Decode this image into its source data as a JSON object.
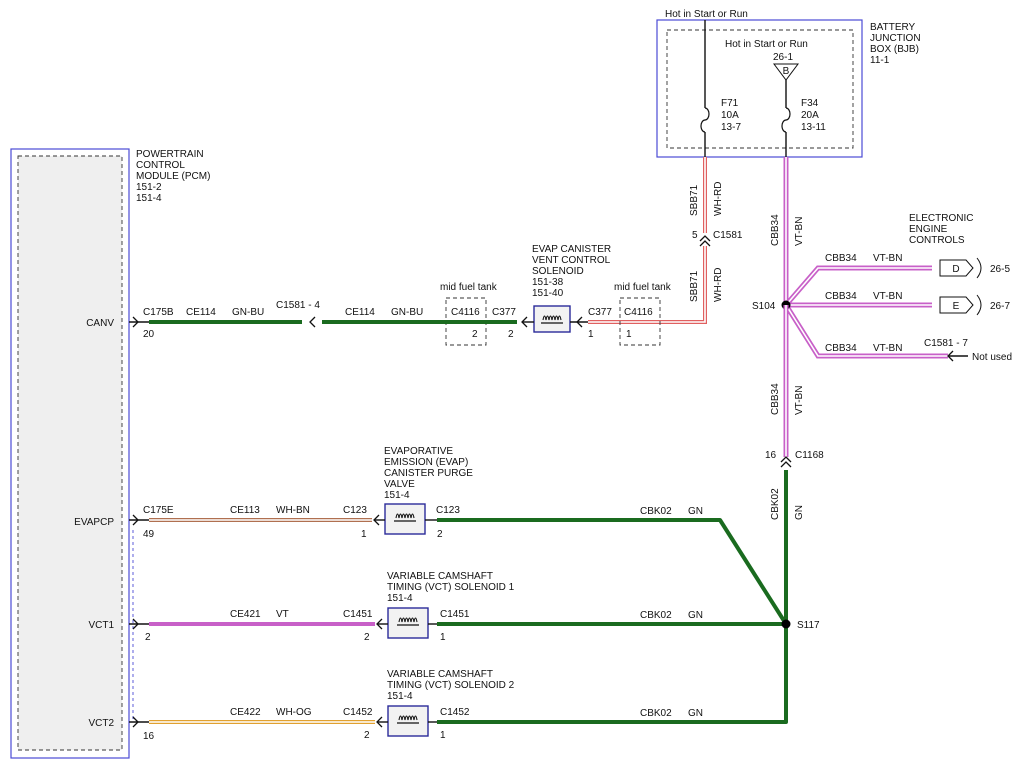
{
  "pcm": {
    "title": [
      "POWERTRAIN",
      "CONTROL",
      "MODULE (PCM)",
      "151-2",
      "151-4"
    ],
    "pins": {
      "canv": "CANV",
      "evapcp": "EVAPCP",
      "vct1": "VCT1",
      "vct2": "VCT2"
    }
  },
  "bjb": {
    "title": [
      "BATTERY",
      "JUNCTION",
      "BOX (BJB)",
      "11-1"
    ],
    "hot_outer": "Hot in Start or Run",
    "hot_inner": "Hot in Start or Run",
    "bus_ref": "26-1",
    "bus_letter": "B",
    "fuse1": [
      "F71",
      "10A",
      "13-7"
    ],
    "fuse2": [
      "F34",
      "20A",
      "13-11"
    ]
  },
  "eec": {
    "title": [
      "ELECTRONIC",
      "ENGINE",
      "CONTROLS"
    ]
  },
  "evap_vent": {
    "title": [
      "EVAP CANISTER",
      "VENT CONTROL",
      "SOLENOID",
      "151-38",
      "151-40"
    ]
  },
  "evap_purge": {
    "title": [
      "EVAPORATIVE",
      "EMISSION (EVAP)",
      "CANISTER PURGE",
      "VALVE",
      "151-4"
    ]
  },
  "vct1_sol": {
    "title": [
      "VARIABLE CAMSHAFT",
      "TIMING (VCT) SOLENOID 1",
      "151-4"
    ]
  },
  "vct2_sol": {
    "title": [
      "VARIABLE CAMSHAFT",
      "TIMING (VCT) SOLENOID 2",
      "151-4"
    ]
  },
  "labels": {
    "c175b": "C175B",
    "pin20": "20",
    "ce114a": "CE114",
    "gnbu_a": "GN-BU",
    "c1581_4": "C1581 - 4",
    "ce114b": "CE114",
    "gnbu_b": "GN-BU",
    "mid_tank_a": "mid fuel tank",
    "c4116_a": "C4116",
    "pin2_a": "2",
    "c377_a": "C377",
    "pin2_b": "2",
    "c377_b": "C377",
    "pin1_a": "1",
    "mid_tank_b": "mid fuel tank",
    "c4116_b": "C4116",
    "pin1_b": "1",
    "sbb71_a": "SBB71",
    "whrd_a": "WH-RD",
    "sbb71_b": "SBB71",
    "whrd_b": "WH-RD",
    "pin5": "5",
    "c1581": "C1581",
    "cbb34_a": "CBB34",
    "vtbn_a": "VT-BN",
    "s104": "S104",
    "cbb34_d": "CBB34",
    "vtbn_d": "VT-BN",
    "conn_d": "D",
    "ref_265": "26-5",
    "cbb34_e": "CBB34",
    "vtbn_e": "VT-BN",
    "conn_e": "E",
    "ref_267": "26-7",
    "cbb34_n": "CBB34",
    "vtbn_n": "VT-BN",
    "c1581_7": "C1581 - 7",
    "not_used": "Not used",
    "cbb34_b": "CBB34",
    "vtbn_b": "VT-BN",
    "pin16": "16",
    "c1168": "C1168",
    "cbk02_v": "CBK02",
    "gn_v": "GN",
    "c175e": "C175E",
    "pin49": "49",
    "ce113": "CE113",
    "whbn": "WH-BN",
    "c123_l": "C123",
    "pin1_c": "1",
    "c123_r": "C123",
    "pin2_c": "2",
    "cbk02_a": "CBK02",
    "gn_a": "GN",
    "pin2_d": "2",
    "ce421": "CE421",
    "vt": "VT",
    "c1451_l": "C1451",
    "pin2_e": "2",
    "c1451_r": "C1451",
    "pin1_d": "1",
    "cbk02_b": "CBK02",
    "gn_b": "GN",
    "s117": "S117",
    "pin16_b": "16",
    "ce422": "CE422",
    "whog": "WH-OG",
    "c1452_l": "C1452",
    "pin2_f": "2",
    "c1452_r": "C1452",
    "pin1_e": "1",
    "cbk02_c": "CBK02",
    "gn_c": "GN"
  },
  "colors": {
    "gn": "#1a6b1f",
    "vt": "#c860c8",
    "wh": "#ffffff",
    "rd": "#e06060",
    "bn": "#b07050",
    "og": "#e0a030",
    "border": "#4b4bd6"
  }
}
